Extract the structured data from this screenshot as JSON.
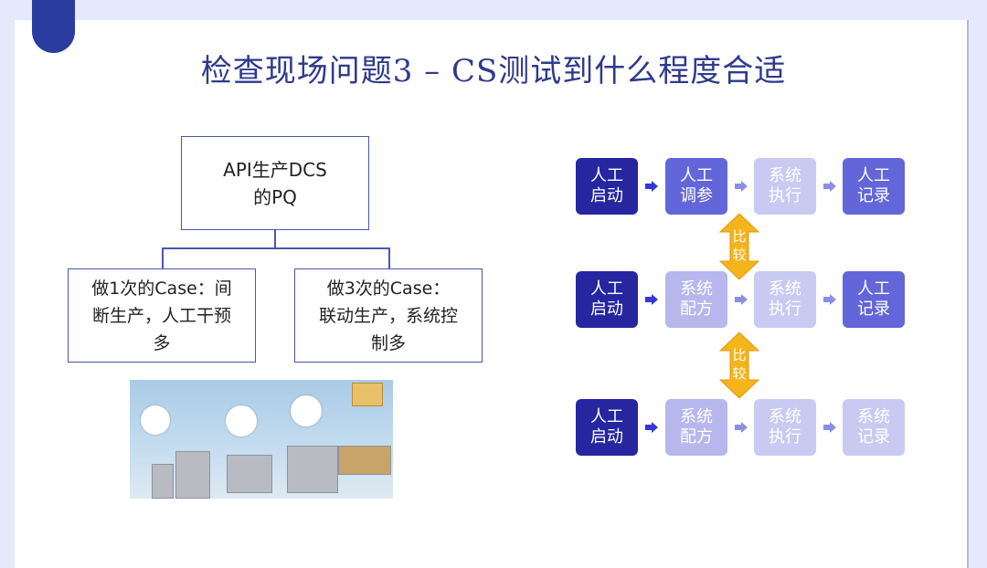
{
  "slide": {
    "title": "检查现场问题3 – CS测试到什么程度合适"
  },
  "tree": {
    "root": {
      "line1": "API生产DCS",
      "line2": "的PQ"
    },
    "left": {
      "line1": "做1次的Case：间",
      "line2": "断生产，人工干预",
      "line3": "多"
    },
    "right": {
      "line1": "做3次的Case：",
      "line2": "联动生产，系统控",
      "line3": "制多"
    }
  },
  "photo": {
    "semantic": "packaging-production-line-image"
  },
  "flow": {
    "rows": [
      {
        "steps": [
          {
            "l1": "人工",
            "l2": "启动",
            "color": "#2526a0"
          },
          {
            "l1": "人工",
            "l2": "调参",
            "color": "#6366d8"
          },
          {
            "l1": "系统",
            "l2": "执行",
            "color": "#c9caf2"
          },
          {
            "l1": "人工",
            "l2": "记录",
            "color": "#6366d8"
          }
        ]
      },
      {
        "steps": [
          {
            "l1": "人工",
            "l2": "启动",
            "color": "#2526a0"
          },
          {
            "l1": "系统",
            "l2": "配方",
            "color": "#b6b7ec"
          },
          {
            "l1": "系统",
            "l2": "执行",
            "color": "#c9caf2"
          },
          {
            "l1": "人工",
            "l2": "记录",
            "color": "#6366d8"
          }
        ]
      },
      {
        "steps": [
          {
            "l1": "人工",
            "l2": "启动",
            "color": "#2526a0"
          },
          {
            "l1": "系统",
            "l2": "配方",
            "color": "#b6b7ec"
          },
          {
            "l1": "系统",
            "l2": "执行",
            "color": "#c9caf2"
          },
          {
            "l1": "系统",
            "l2": "记录",
            "color": "#c9caf2"
          }
        ]
      }
    ],
    "compare": [
      {
        "l1": "比",
        "l2": "较"
      },
      {
        "l1": "比",
        "l2": "较"
      }
    ],
    "compare_color": "#f4b41a"
  }
}
